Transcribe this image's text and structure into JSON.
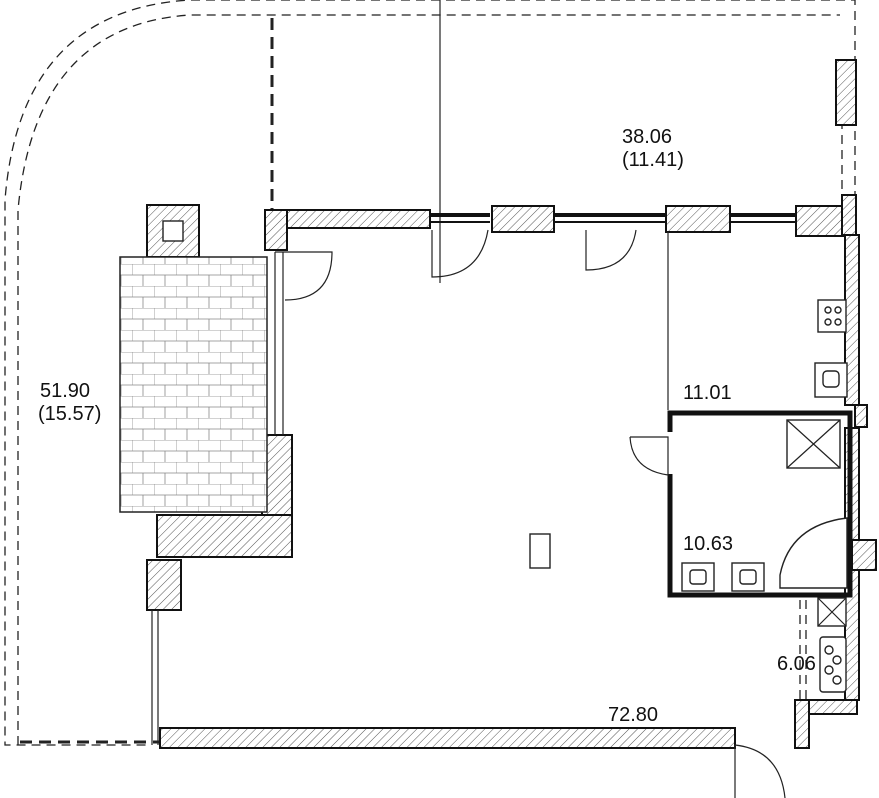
{
  "areas": {
    "terrace_top": {
      "value": "38.06",
      "sub": "(11.41)"
    },
    "terrace_left": {
      "value": "51.90",
      "sub": "(15.57)"
    },
    "kitchen": {
      "value": "11.01"
    },
    "bathroom": {
      "value": "10.63"
    },
    "closet": {
      "value": "6.06"
    },
    "main_room": {
      "value": "72.80"
    }
  }
}
